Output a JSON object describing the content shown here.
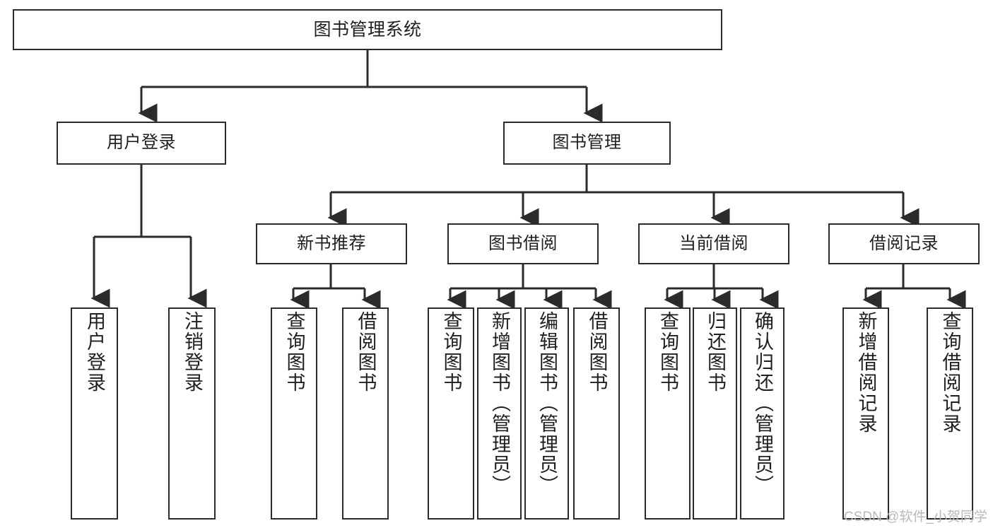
{
  "diagram": {
    "title": "图书管理系统",
    "type": "tree-hierarchy-chart",
    "orientation": "top-down",
    "colors": {
      "border": "#2b2b2b",
      "fill": "#ffffff",
      "text": "#1f1f1f",
      "background": "#ffffff",
      "watermark": "#b9b9b9"
    }
  },
  "nodes": {
    "root": {
      "label": "图书管理系统"
    },
    "level1": [
      {
        "label": "用户登录"
      },
      {
        "label": "图书管理"
      }
    ],
    "level2": [
      {
        "label": "新书推荐"
      },
      {
        "label": "图书借阅"
      },
      {
        "label": "当前借阅"
      },
      {
        "label": "借阅记录"
      }
    ],
    "leaves_user_login": [
      {
        "label": "用户登录"
      },
      {
        "label": "注销登录"
      }
    ],
    "leaves_new_book": [
      {
        "label": "查询图书"
      },
      {
        "label": "借阅图书"
      }
    ],
    "leaves_borrow_book": [
      {
        "label": "查询图书"
      },
      {
        "label": "新增图书（管理员）"
      },
      {
        "label": "编辑图书（管理员）"
      },
      {
        "label": "借阅图书"
      }
    ],
    "leaves_current_borrow": [
      {
        "label": "查询图书"
      },
      {
        "label": "归还图书"
      },
      {
        "label": "确认归还（管理员）"
      }
    ],
    "leaves_borrow_record": [
      {
        "label": "新增借阅记录"
      },
      {
        "label": "查询借阅记录"
      }
    ]
  },
  "watermark": {
    "text": "CSDN @软件_小贺同学"
  }
}
